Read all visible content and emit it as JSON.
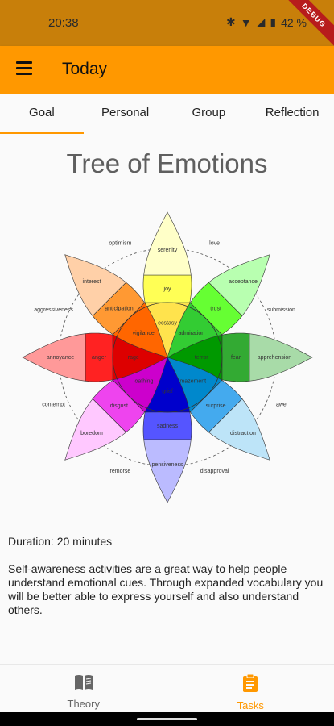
{
  "status": {
    "time": "20:38",
    "battery": "42 %",
    "debug": "DEBUG"
  },
  "app_bar": {
    "title": "Today"
  },
  "tabs": [
    {
      "label": "Goal",
      "active": true
    },
    {
      "label": "Personal",
      "active": false
    },
    {
      "label": "Group",
      "active": false
    },
    {
      "label": "Reflection",
      "active": false
    }
  ],
  "main": {
    "title": "Tree of Emotions",
    "duration": "Duration: 20 minutes",
    "description": "Self-awareness activities are a great way to help people understand emotional cues. Through expanded vocabulary you will be better able to express yourself and also understand others."
  },
  "wheel": {
    "petals": [
      {
        "inner": "ecstasy",
        "middle": "joy",
        "outer": "serenity",
        "colors": [
          "#ffe34d",
          "#ffff55",
          "#ffffc8"
        ]
      },
      {
        "inner": "admiration",
        "middle": "trust",
        "outer": "acceptance",
        "colors": [
          "#33cc33",
          "#66ff33",
          "#b8ffb0"
        ]
      },
      {
        "inner": "terror",
        "middle": "fear",
        "outer": "apprehension",
        "colors": [
          "#009900",
          "#33aa33",
          "#a8dba8"
        ]
      },
      {
        "inner": "amazement",
        "middle": "surprise",
        "outer": "distraction",
        "colors": [
          "#0088cc",
          "#44aaee",
          "#bde4f8"
        ]
      },
      {
        "inner": "grief",
        "middle": "sadness",
        "outer": "pensiveness",
        "colors": [
          "#0000cc",
          "#5555ff",
          "#bbbbff"
        ]
      },
      {
        "inner": "loathing",
        "middle": "disgust",
        "outer": "boredom",
        "colors": [
          "#cc00cc",
          "#ee44ee",
          "#ffc8ff"
        ]
      },
      {
        "inner": "rage",
        "middle": "anger",
        "outer": "annoyance",
        "colors": [
          "#dd0000",
          "#ff2222",
          "#ff9999"
        ]
      },
      {
        "inner": "vigilance",
        "middle": "anticipation",
        "outer": "interest",
        "colors": [
          "#ff6600",
          "#ff9933",
          "#ffd0a8"
        ]
      }
    ],
    "dyads": [
      "love",
      "submission",
      "awe",
      "disapproval",
      "remorse",
      "contempt",
      "aggressiveness",
      "optimism"
    ]
  },
  "bottom_nav": [
    {
      "label": "Theory",
      "icon": "book-icon",
      "active": false
    },
    {
      "label": "Tasks",
      "icon": "clipboard-icon",
      "active": true
    }
  ]
}
